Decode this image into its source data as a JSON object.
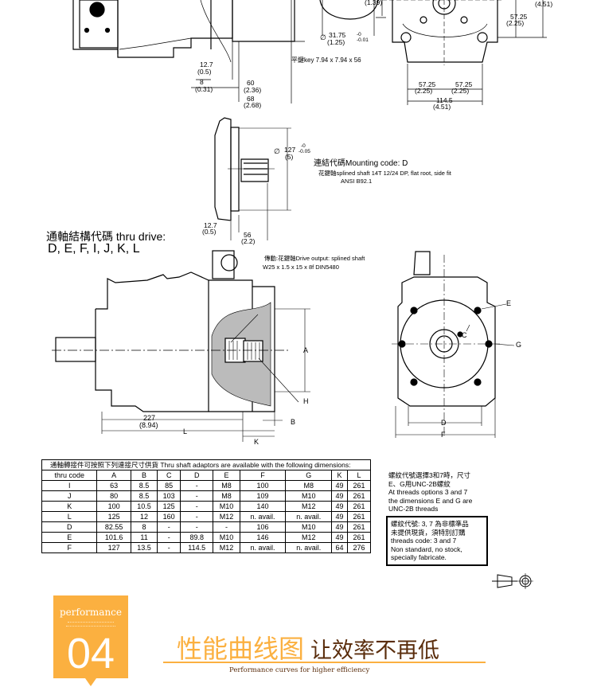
{
  "top_view": {
    "dim_139": "(1.39)",
    "dim_451_top": "(4.51)",
    "dim_5725_v": "57.25",
    "dim_225_v": "(2.25)",
    "shaft_dia": "31.75",
    "shaft_dia_in": "(1.25)",
    "shaft_tol_upper": "-0",
    "shaft_tol_lower": "-0.01",
    "key_label": "平鍵key 7.94 x 7.94 x 56",
    "dim_127": "12.7",
    "dim_05": "(0.5)",
    "dim_8": "8",
    "dim_031": "(0.31)",
    "dim_60": "60",
    "dim_236": "(2.36)",
    "dim_68": "68",
    "dim_268": "(2.68)",
    "dim_5725_l": "57.25",
    "dim_225_l": "(2.25)",
    "dim_5725_r": "57.25",
    "dim_225_r": "(2.25)",
    "dim_1145": "114.5",
    "dim_451": "(4.51)"
  },
  "mounting": {
    "dia": "127",
    "dia_in": "(5)",
    "tol_upper": "-0",
    "tol_lower": "-0.05",
    "code_label": "連結代碼Mounting code: D",
    "spline_label": "花鍵軸splined shaft 14T 12/24 DP, flat root, side fit",
    "standard": "ANSI B92.1",
    "dim_127": "12.7",
    "dim_05": "(0.5)",
    "dim_56": "56",
    "dim_22": "(2.2)"
  },
  "thru_drive": {
    "heading": "通軸結構代碼 thru drive:",
    "codes": "D, E, F, I, J, K, L",
    "output_label": "傳動:花鍵軸Drive output: splined shaft",
    "output_spec": "W25 x 1.5 x 15 x 8f DIN5480",
    "label_A": "A",
    "label_H": "H",
    "label_B": "B",
    "label_L": "L",
    "label_K": "K",
    "dim_227": "227",
    "dim_894": "(8.94)",
    "label_C": "C",
    "label_E": "E",
    "label_G": "G",
    "label_D": "D",
    "label_F": "F"
  },
  "table": {
    "caption": "通軸轉接件可按照下列連接尺寸供貨 Thru shaft adaptors are available with the following dimensions:",
    "headers": [
      "thru code",
      "A",
      "B",
      "C",
      "D",
      "E",
      "F",
      "G",
      "K",
      "L"
    ],
    "rows": [
      [
        "I",
        "63",
        "8.5",
        "85",
        "-",
        "M8",
        "100",
        "M8",
        "49",
        "261"
      ],
      [
        "J",
        "80",
        "8.5",
        "103",
        "-",
        "M8",
        "109",
        "M10",
        "49",
        "261"
      ],
      [
        "K",
        "100",
        "10.5",
        "125",
        "-",
        "M10",
        "140",
        "M12",
        "49",
        "261"
      ],
      [
        "L",
        "125",
        "12",
        "160",
        "-",
        "M12",
        "n. avail.",
        "n. avail.",
        "49",
        "261"
      ],
      [
        "D",
        "82.55",
        "8",
        "-",
        "-",
        "-",
        "106",
        "M10",
        "49",
        "261"
      ],
      [
        "E",
        "101.6",
        "11",
        "-",
        "89.8",
        "M10",
        "146",
        "M12",
        "49",
        "261"
      ],
      [
        "F",
        "127",
        "13.5",
        "-",
        "114.5",
        "M12",
        "n. avail.",
        "n. avail.",
        "64",
        "276"
      ]
    ]
  },
  "notes": {
    "thread_zh_1": "螺紋代號選擇3和7時，尺寸",
    "thread_zh_2": "E、G用UNC-2B螺紋",
    "thread_en_1": "At threads options 3 and 7",
    "thread_en_2": "the dimensions E and G are",
    "thread_en_3": "UNC-2B threads",
    "box_zh_1": "螺紋代號: 3, 7 為非標準品",
    "box_zh_2": "未提供現貨，須特別訂購",
    "box_en_1": "threads code: 3 and 7",
    "box_en_2": "Non standard, no stock,",
    "box_en_3": "specially fabricate."
  },
  "section": {
    "badge_word": "performance",
    "badge_number": "04",
    "title_main": "性能曲线图",
    "title_sub": "让效率不再低",
    "subtitle": "Performance curves for higher efficiency",
    "accent_color": "#fbb040",
    "dark_color": "#5a2d0c"
  }
}
